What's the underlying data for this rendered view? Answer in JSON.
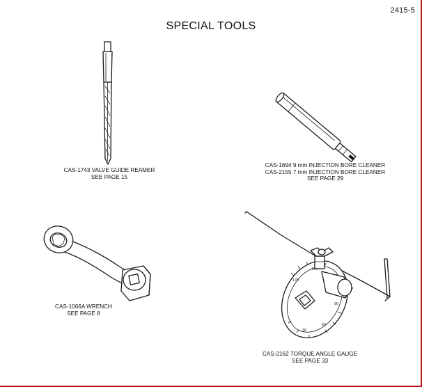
{
  "header": {
    "page_number": "2415-5",
    "title": "SPECIAL TOOLS"
  },
  "tools": [
    {
      "name": "reamer",
      "caption_lines": [
        "CAS-1743 VALVE GUIDE REAMER",
        "SEE PAGE 15"
      ]
    },
    {
      "name": "bore-cleaner",
      "caption_lines": [
        "CAS-1694 9 mm INJECTION BORE CLEANER",
        "CAS-2155 7 mm INJECTION BORE CLEANER",
        "SEE PAGE 29"
      ]
    },
    {
      "name": "wrench",
      "caption_lines": [
        "CAS-1066A WRENCH",
        "SEE PAGE 8"
      ]
    },
    {
      "name": "torque-gauge",
      "caption_lines": [
        "CAS-2162 TORQUE ANGLE GAUGE",
        "SEE PAGE 33"
      ]
    }
  ],
  "gauge_dial_marks": [
    "170",
    "180",
    "120",
    "90",
    "60",
    "30"
  ],
  "colors": {
    "frame_edge": "#c0181f",
    "ink": "#1a1a1a"
  }
}
